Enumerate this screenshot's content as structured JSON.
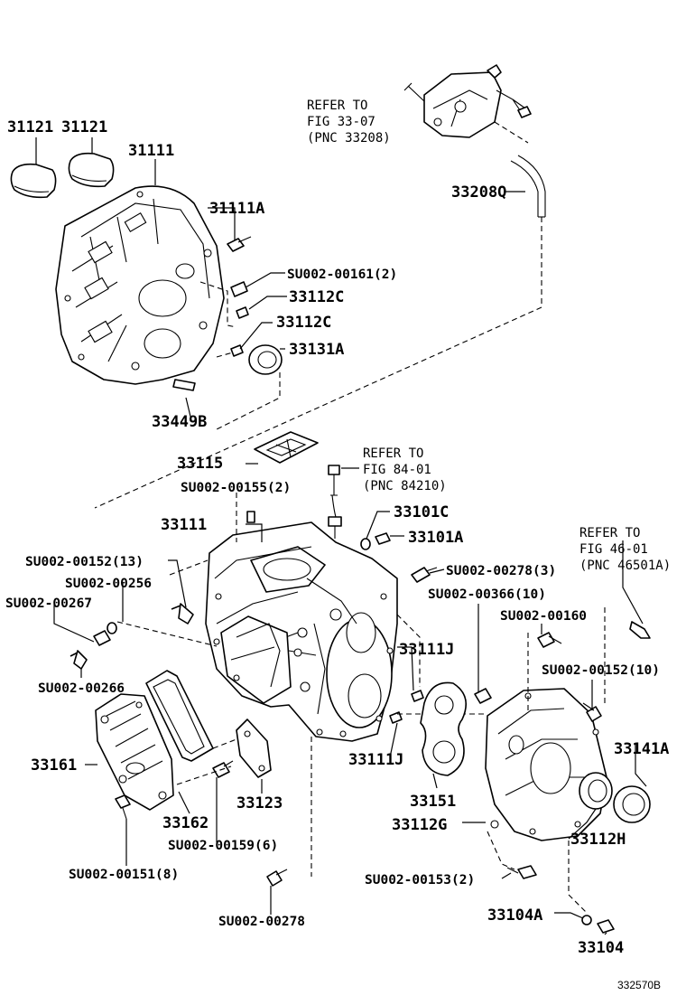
{
  "refs": {
    "fig3307": [
      "REFER TO",
      "FIG 33-07",
      "(PNC 33208)"
    ],
    "fig8401": [
      "REFER TO",
      "FIG 84-01",
      "(PNC 84210)"
    ],
    "fig4601": [
      "REFER TO",
      "FIG 46-01",
      "(PNC 46501A)"
    ]
  },
  "labels": {
    "p31121a": "31121",
    "p31121b": "31121",
    "p31111": "31111",
    "p31111A": "31111A",
    "su00161": "SU002-00161(2)",
    "p33112Ca": "33112C",
    "p33112Cb": "33112C",
    "p33131A": "33131A",
    "p33449B": "33449B",
    "p33208Q": "33208Q",
    "p33115": "33115",
    "su00155": "SU002-00155(2)",
    "p33111": "33111",
    "p33101C": "33101C",
    "p33101A": "33101A",
    "su00152_13": "SU002-00152(13)",
    "su00256": "SU002-00256",
    "su00267": "SU002-00267",
    "su00266": "SU002-00266",
    "su00278_3": "SU002-00278(3)",
    "su00366": "SU002-00366(10)",
    "su00160": "SU002-00160",
    "su00152_10": "SU002-00152(10)",
    "p33111J_a": "33111J",
    "p33111J_b": "33111J",
    "p33141A": "33141A",
    "p33161": "33161",
    "p33162": "33162",
    "p33123": "33123",
    "p33151": "33151",
    "p33112G": "33112G",
    "p33112H": "33112H",
    "su00159": "SU002-00159(6)",
    "su00151": "SU002-00151(8)",
    "su00153": "SU002-00153(2)",
    "p33104A": "33104A",
    "su00278": "SU002-00278",
    "p33104": "33104",
    "diagram_id": "332570B"
  }
}
